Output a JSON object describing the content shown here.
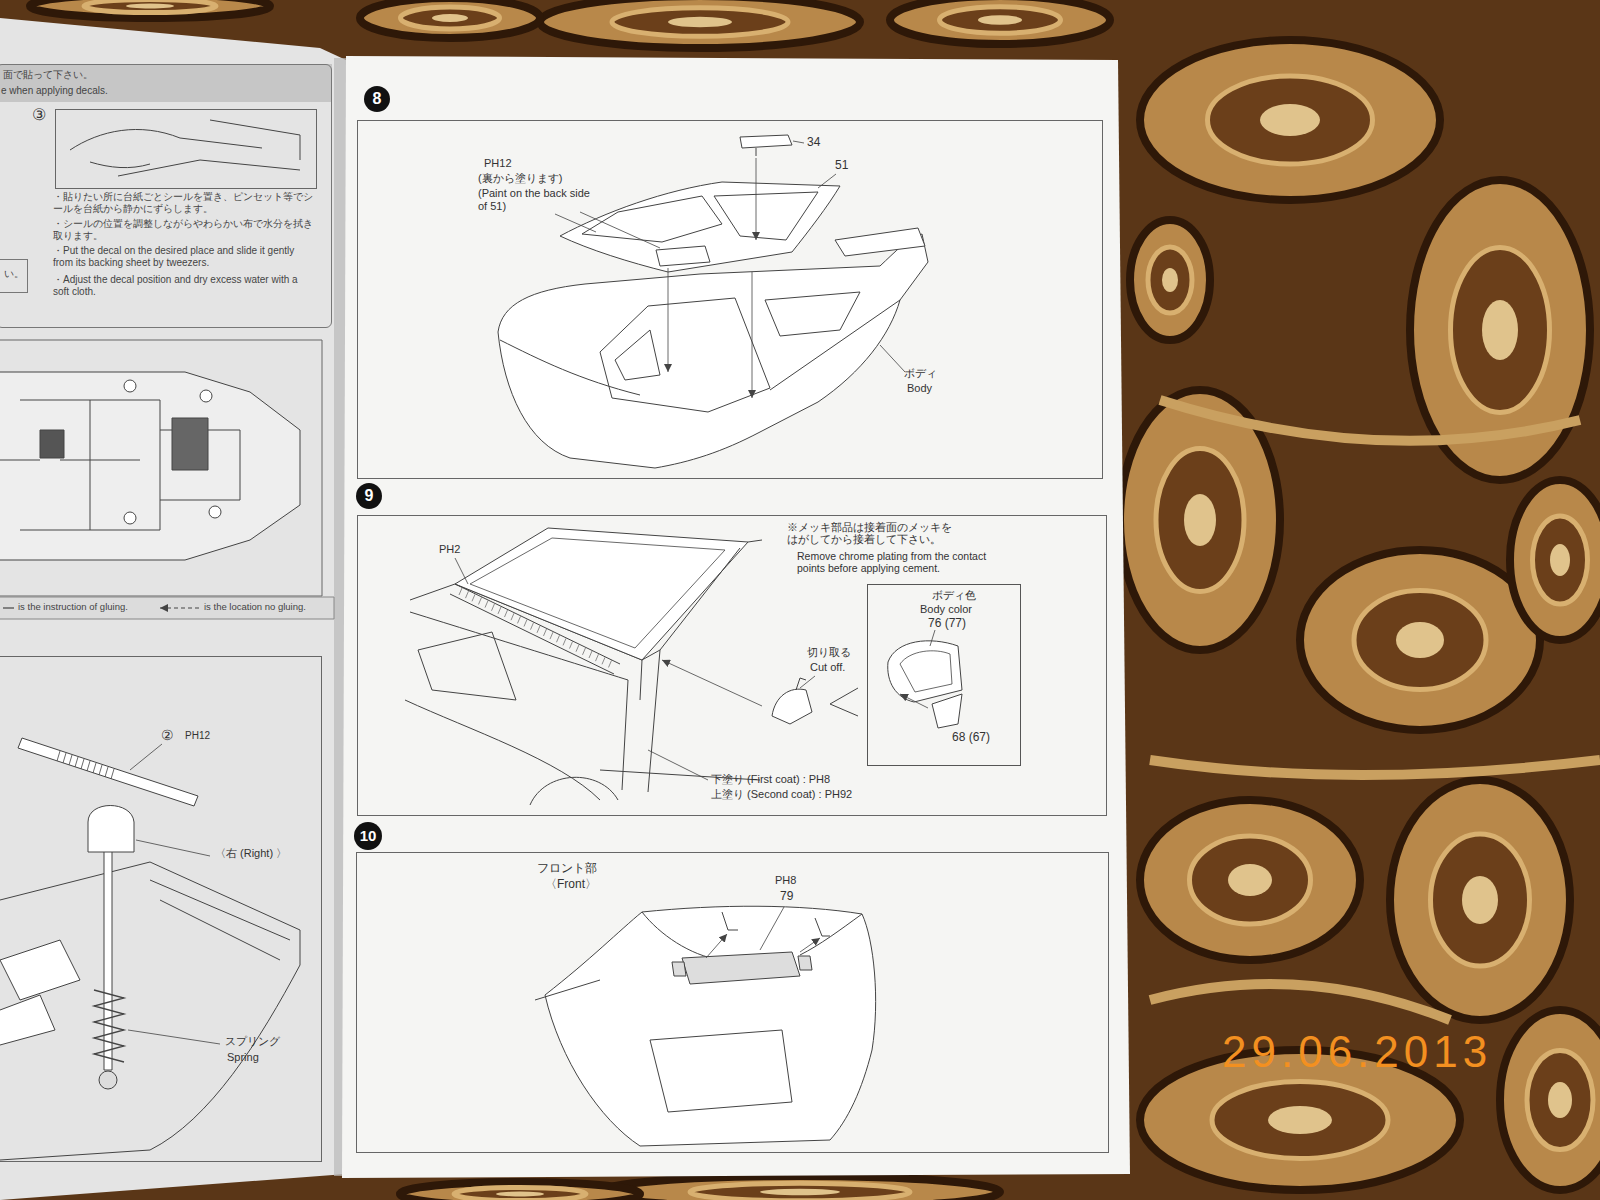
{
  "diagram": {
    "nodes": [
      {
        "text": [
          "面で貼って下さい。",
          "e when applying decals.",
          "・貼りたい所に台紙ごとシールを置き、ピンセット等でシールを台紙から静かにずらします。",
          "・シールの位置を調整しながらやわらかい布で水分を拭き取ります。",
          "・Put the decal on the desired place and slide it gently from its backing sheet by tweezers.",
          "・Adjust the decal position and dry excess water with a soft cloth."
        ]
      },
      {
        "text": [
          "い。"
        ],
        "in": 0
      },
      {
        "text": [
          "③"
        ],
        "in": 0
      },
      {
        "text": [
          "②",
          "PH12",
          "〈右 (Right) 〉",
          "スプリング",
          "Spring"
        ]
      },
      {
        "text": [
          "8"
        ]
      },
      {
        "text": [
          "PH12",
          "(裏から塗ります)",
          "(Paint on the back side of 51)",
          "34",
          "51",
          "ボディ",
          "Body"
        ]
      },
      {
        "text": [
          "9"
        ]
      },
      {
        "text": [
          "PH2",
          "※メッキ部品は接着面のメッキをはがしてから接着して下さい。",
          "Remove chrome plating from the contact points before applying cement.",
          "切り取る",
          "Cut off.",
          "下塗り (First coat) : PH8",
          "上塗り (Second coat) : PH92"
        ]
      },
      {
        "text": [
          "ボディ色",
          "Body color",
          "76 (77)",
          "68 (67)"
        ],
        "in": 7
      },
      {
        "text": [
          "10"
        ]
      },
      {
        "text": [
          "フロント部",
          "〈Front〉",
          "PH8",
          "79"
        ]
      }
    ],
    "labels": [
      "29.06.2013"
    ],
    "legend": [
      {
        "text": "is the instruction of gluing."
      },
      {
        "text": "is the location no gluing."
      }
    ]
  }
}
